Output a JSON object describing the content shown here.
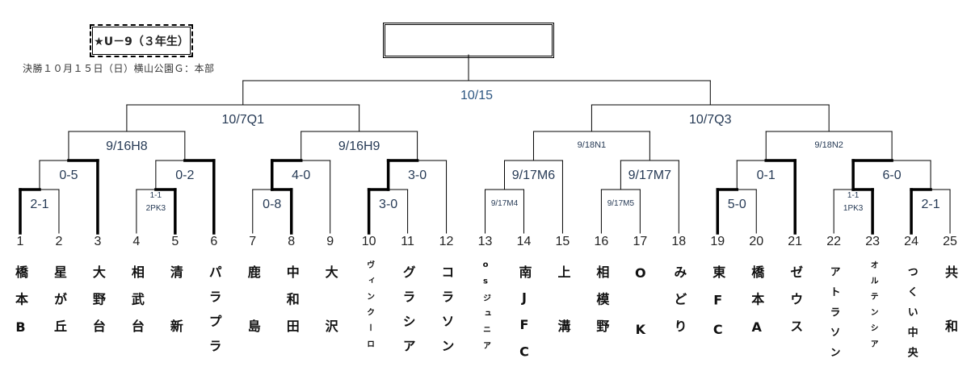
{
  "header": {
    "category": "★U－9（３年生）",
    "final_info": "決勝１０月１５日（日）横山公園Ｇ：本部",
    "champion": ""
  },
  "teams": [
    {
      "no": "1",
      "name": "橋本B"
    },
    {
      "no": "2",
      "name": "星が丘"
    },
    {
      "no": "3",
      "name": "大野台"
    },
    {
      "no": "4",
      "name": "相武台"
    },
    {
      "no": "5",
      "name": "清　新"
    },
    {
      "no": "6",
      "name": "パラプラ"
    },
    {
      "no": "7",
      "name": "鹿　島"
    },
    {
      "no": "8",
      "name": "中和田"
    },
    {
      "no": "9",
      "name": "大　沢"
    },
    {
      "no": "10",
      "name": "ヴィンクーロ"
    },
    {
      "no": "11",
      "name": "グラシア"
    },
    {
      "no": "12",
      "name": "コラソン"
    },
    {
      "no": "13",
      "name": "osジュニア"
    },
    {
      "no": "14",
      "name": "南JFC"
    },
    {
      "no": "15",
      "name": "上　溝"
    },
    {
      "no": "16",
      "name": "相模野"
    },
    {
      "no": "17",
      "name": "O　K"
    },
    {
      "no": "18",
      "name": "みどり"
    },
    {
      "no": "19",
      "name": "東FC"
    },
    {
      "no": "20",
      "name": "橋本A"
    },
    {
      "no": "21",
      "name": "ゼウス"
    },
    {
      "no": "22",
      "name": "アトラソン"
    },
    {
      "no": "23",
      "name": "オルテンシア"
    },
    {
      "no": "24",
      "name": "つくい中央"
    },
    {
      "no": "25",
      "name": "共　和"
    }
  ],
  "matches": [
    {
      "id": "m1",
      "a": "t1",
      "b": "t2",
      "label": "2-1",
      "winner": "t1"
    },
    {
      "id": "m2",
      "a": "m1",
      "b": "t3",
      "label": "0-5",
      "winner": "t3"
    },
    {
      "id": "m3",
      "a": "t4",
      "b": "t5",
      "label": "1-1",
      "sublabel": "2PK3",
      "winner": "t5"
    },
    {
      "id": "m4",
      "a": "m3",
      "b": "t6",
      "label": "0-2",
      "winner": "t6"
    },
    {
      "id": "m5",
      "a": "m2",
      "b": "m4",
      "label": "9/16H8",
      "winner": null
    },
    {
      "id": "m6",
      "a": "t7",
      "b": "t8",
      "label": "0-8",
      "winner": "t8"
    },
    {
      "id": "m7",
      "a": "m6",
      "b": "t9",
      "label": "4-0",
      "winner": "m6"
    },
    {
      "id": "m8",
      "a": "t10",
      "b": "t11",
      "label": "3-0",
      "winner": "t10"
    },
    {
      "id": "m9",
      "a": "m8",
      "b": "t12",
      "label": "3-0",
      "winner": "m8"
    },
    {
      "id": "m10",
      "a": "m7",
      "b": "m9",
      "label": "9/16H9",
      "winner": null
    },
    {
      "id": "m11",
      "a": "m5",
      "b": "m10",
      "label": "10/7Q1",
      "winner": null
    },
    {
      "id": "m12",
      "a": "t13",
      "b": "t14",
      "label": "9/17M4",
      "winner": null
    },
    {
      "id": "m13",
      "a": "m12",
      "b": "t15",
      "label": "9/17M6",
      "winner": null
    },
    {
      "id": "m14",
      "a": "t16",
      "b": "t17",
      "label": "9/17M5",
      "winner": null
    },
    {
      "id": "m15",
      "a": "m14",
      "b": "t18",
      "label": "9/17M7",
      "winner": null
    },
    {
      "id": "m16",
      "a": "m13",
      "b": "m15",
      "label": "9/18N1",
      "winner": null
    },
    {
      "id": "m17",
      "a": "t19",
      "b": "t20",
      "label": "5-0",
      "winner": "t19"
    },
    {
      "id": "m18",
      "a": "m17",
      "b": "t21",
      "label": "0-1",
      "winner": "t21"
    },
    {
      "id": "m19",
      "a": "t22",
      "b": "t23",
      "label": "1-1",
      "sublabel": "1PK3",
      "winner": "t23"
    },
    {
      "id": "m20",
      "a": "t24",
      "b": "t25",
      "label": "2-1",
      "winner": "t24"
    },
    {
      "id": "m21",
      "a": "m19",
      "b": "m20",
      "label": "6-0",
      "winner": "m19"
    },
    {
      "id": "m22",
      "a": "m18",
      "b": "m21",
      "label": "9/18N2",
      "winner": null
    },
    {
      "id": "m23",
      "a": "m16",
      "b": "m22",
      "label": "10/7Q3",
      "winner": null
    },
    {
      "id": "m24",
      "a": "m11",
      "b": "m23",
      "label": "10/15",
      "winner": null
    }
  ],
  "colors": {
    "line": "#000000",
    "label": "#263a55",
    "final_label": "#2b5580"
  }
}
